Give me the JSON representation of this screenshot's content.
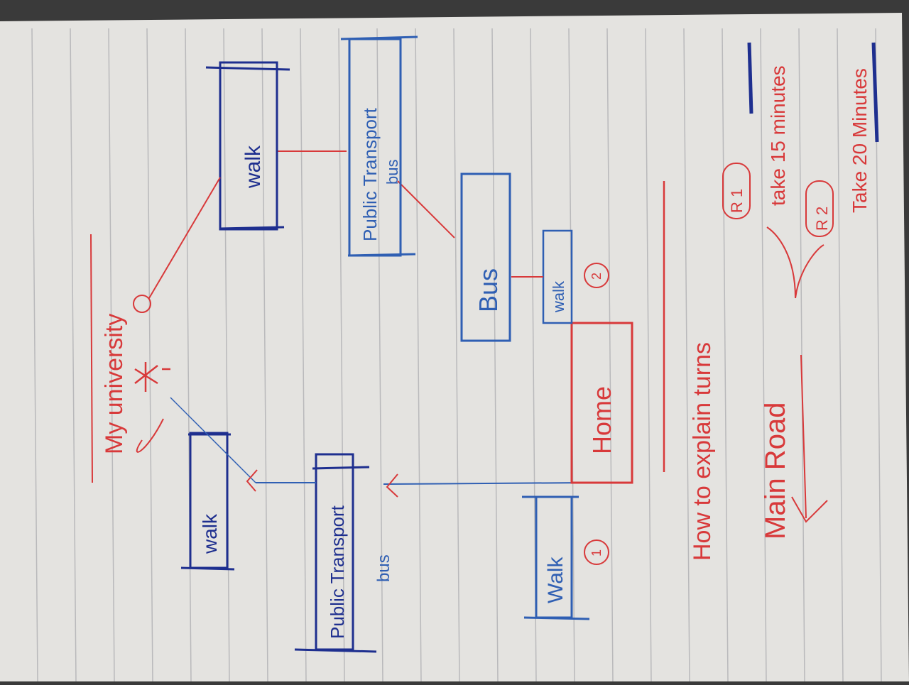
{
  "colors": {
    "paper": "#e4e3e0",
    "ruled_line": "#b9b9bb",
    "blue_ink": "#2f5fb3",
    "dark_blue_ink": "#1e2f8f",
    "red_ink": "#d8393a"
  },
  "title": "My university",
  "home_label": "Home",
  "route_one": {
    "number": "1",
    "walk_first": "Walk",
    "transport_label": "Public Transport",
    "bus_label": "bus",
    "walk_last": "walk"
  },
  "route_two": {
    "number": "2",
    "walk_first": "walk",
    "bus_label": "Bus",
    "transport_label": "Public Transport",
    "bus_note": "bus",
    "walk_last": "walk"
  },
  "explain_note": "How to explain turns",
  "main_road": "Main Road",
  "r1_label": "R 1",
  "r1_time": "take 15 minutes",
  "r2_label": "R 2",
  "r2_time": "Take 20 Minutes"
}
